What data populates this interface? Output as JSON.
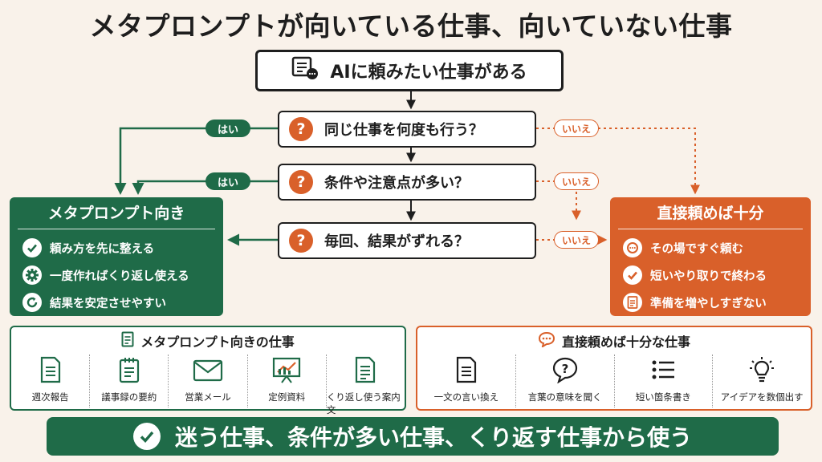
{
  "title": "メタプロンプトが向いている仕事、向いていない仕事",
  "start": {
    "label": "AIに頼みたい仕事がある",
    "icon": "chat-document-icon"
  },
  "questions": [
    {
      "mark": "?",
      "text": "同じ仕事を何度も行う？"
    },
    {
      "mark": "?",
      "text": "条件や注意点が多い？"
    },
    {
      "mark": "?",
      "text": "毎回、結果がずれる？"
    }
  ],
  "labels": {
    "yes": "はい",
    "no": "いいえ"
  },
  "meta_panel": {
    "title": "メタプロンプト向き",
    "items": [
      {
        "icon": "check-circle-icon",
        "text": "頼み方を先に整える"
      },
      {
        "icon": "gear-icon",
        "text": "一度作ればくり返し使える"
      },
      {
        "icon": "refresh-icon",
        "text": "結果を安定させやすい"
      }
    ]
  },
  "direct_panel": {
    "title": "直接頼めば十分",
    "items": [
      {
        "icon": "chat-bubble-icon",
        "text": "その場ですぐ頼む"
      },
      {
        "icon": "check-circle-icon",
        "text": "短いやり取りで終わる"
      },
      {
        "icon": "document-icon",
        "text": "準備を増やしすぎない"
      }
    ]
  },
  "meta_tasks": {
    "title": "メタプロンプト向きの仕事",
    "items": [
      "週次報告",
      "議事録の要約",
      "営業メール",
      "定例資料",
      "くり返し使う案内文"
    ]
  },
  "direct_tasks": {
    "title": "直接頼めば十分な仕事",
    "items": [
      "一文の言い換え",
      "言葉の意味を聞く",
      "短い箇条書き",
      "アイデアを数個出す"
    ]
  },
  "banner": "迷う仕事、条件が多い仕事、くり返す仕事から使う",
  "colors": {
    "green": "#1f6b48",
    "orange": "#d9602a",
    "background": "#f9f2ea"
  }
}
